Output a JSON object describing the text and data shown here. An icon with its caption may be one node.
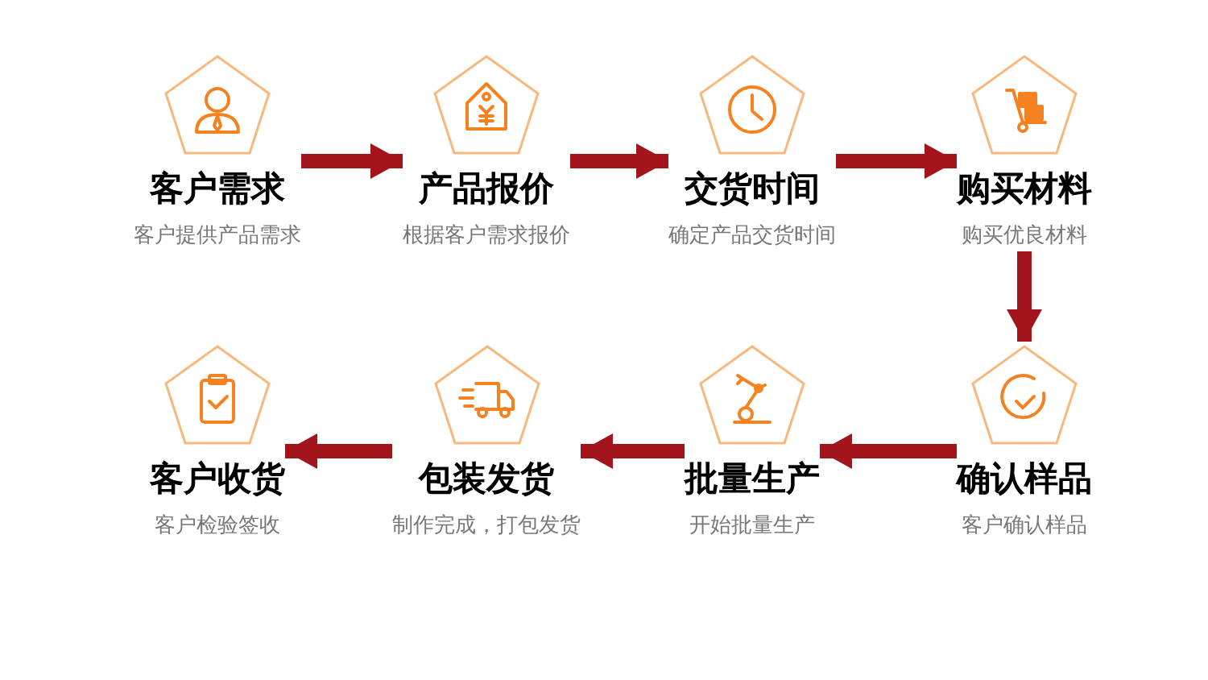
{
  "diagram": {
    "nodes": [
      {
        "text": [
          "客户需求",
          "客户提供产品需求"
        ]
      },
      {
        "text": [
          "产品报价",
          "根据客户需求报价"
        ]
      },
      {
        "text": [
          "交货时间",
          "确定产品交货时间"
        ]
      },
      {
        "text": [
          "购买材料",
          "购买优良材料"
        ]
      },
      {
        "text": [
          "客户收货",
          "客户检验签收"
        ]
      },
      {
        "text": [
          "包装发货",
          "制作完成，打包发货"
        ]
      },
      {
        "text": [
          "批量生产",
          "开始批量生产"
        ]
      },
      {
        "text": [
          "确认样品",
          "客户确认样品"
        ]
      }
    ],
    "edges": [
      {
        "from": 0,
        "to": 1,
        "arrow": "to"
      },
      {
        "from": 1,
        "to": 2,
        "arrow": "to"
      },
      {
        "from": 2,
        "to": 3,
        "arrow": "to"
      },
      {
        "from": 3,
        "to": 7,
        "arrow": "to"
      },
      {
        "from": 7,
        "to": 6,
        "arrow": "to"
      },
      {
        "from": 6,
        "to": 5,
        "arrow": "to"
      },
      {
        "from": 5,
        "to": 4,
        "arrow": "to"
      }
    ]
  }
}
